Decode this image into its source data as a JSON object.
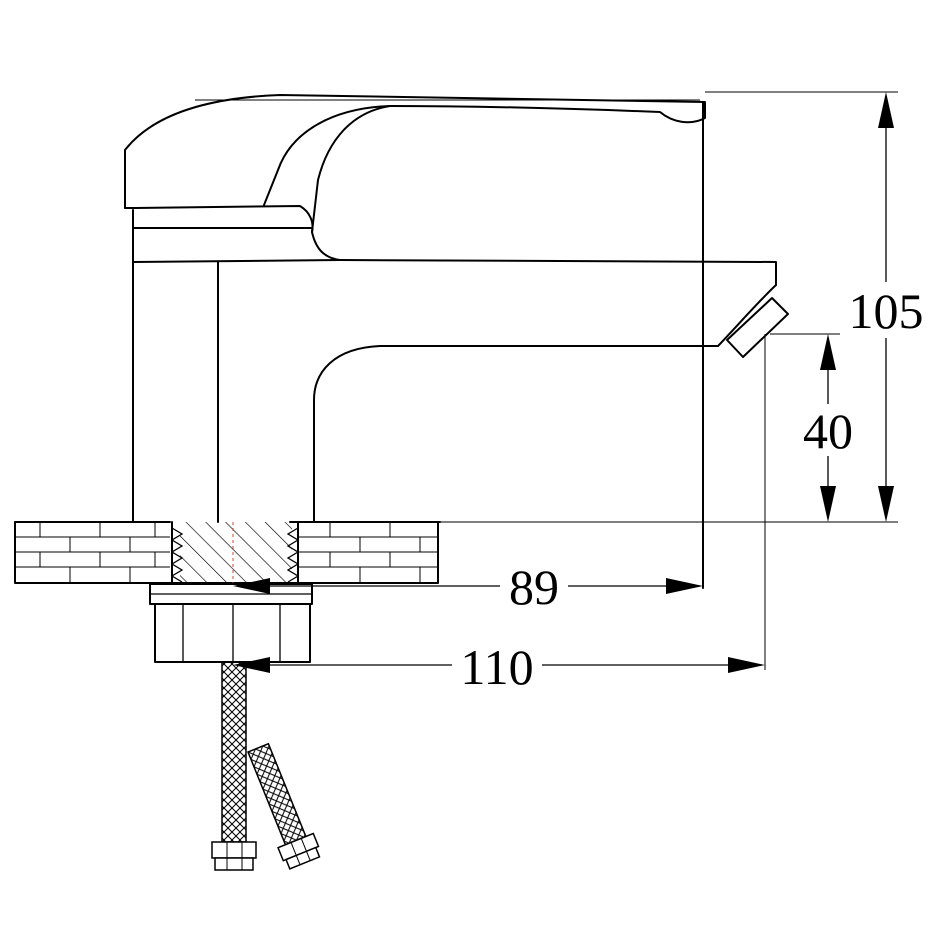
{
  "dimensions": {
    "height_total": "105",
    "spout_height": "40",
    "reach_body": "89",
    "reach_outlet": "110"
  },
  "colors": {
    "line": "#000000",
    "background": "#ffffff"
  }
}
